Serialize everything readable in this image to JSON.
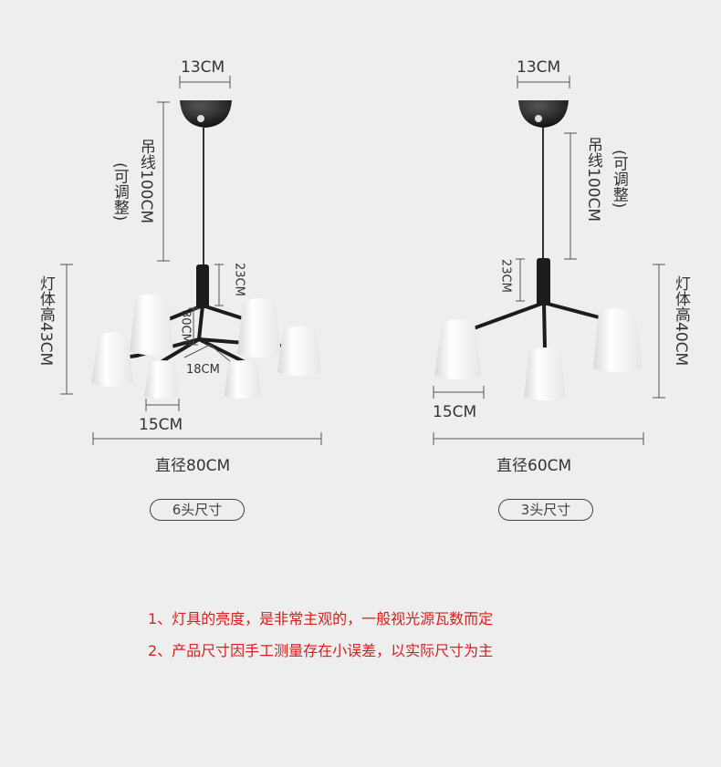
{
  "left": {
    "canopy_width": "13CM",
    "cable_length": "吊线100CM",
    "cable_note": "(可调整)",
    "body_height": "灯体高43CM",
    "stem_length": "23CM",
    "arm_drop": "30CM",
    "arm_length": "18CM",
    "shade_width": "15CM",
    "diameter": "直径80CM",
    "badge": "6头尺寸"
  },
  "right": {
    "canopy_width": "13CM",
    "cable_length": "吊线100CM",
    "cable_note": "(可调整)",
    "body_height": "灯体高40CM",
    "stem_length": "23CM",
    "shade_width": "15CM",
    "diameter": "直径60CM",
    "badge": "3头尺寸"
  },
  "notes": [
    "1、灯具的亮度，是非常主观的，一般视光源瓦数而定",
    "2、产品尺寸因手工测量存在小误差，以实际尺寸为主"
  ],
  "colors": {
    "background": "#eeeeee",
    "fixture": "#1c1c1c",
    "shade": "#ffffff",
    "note_text": "#d42020",
    "dimension_line": "#555555"
  }
}
